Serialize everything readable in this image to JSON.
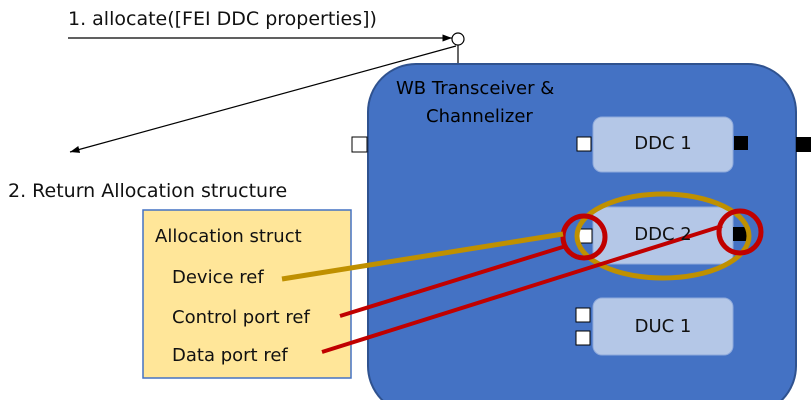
{
  "steps": {
    "allocate": "1. allocate([FEI DDC properties])",
    "return_label": "2. Return Allocation structure"
  },
  "device": {
    "title_line1": "WB Transceiver &",
    "title_line2": "Channelizer",
    "components": [
      {
        "label": "DDC 1"
      },
      {
        "label": "DDC 2"
      },
      {
        "label": "DUC 1"
      }
    ]
  },
  "allocation_struct": {
    "title": "Allocation struct",
    "items": [
      "Device ref",
      "Control port ref",
      "Data port ref"
    ]
  },
  "colors": {
    "device_fill": "#4472c4",
    "device_border": "#2f528f",
    "component_fill": "#b4c7e7",
    "struct_fill": "#ffe699",
    "struct_border": "#4472c4",
    "gold": "#bf9000",
    "red": "#c00000"
  }
}
